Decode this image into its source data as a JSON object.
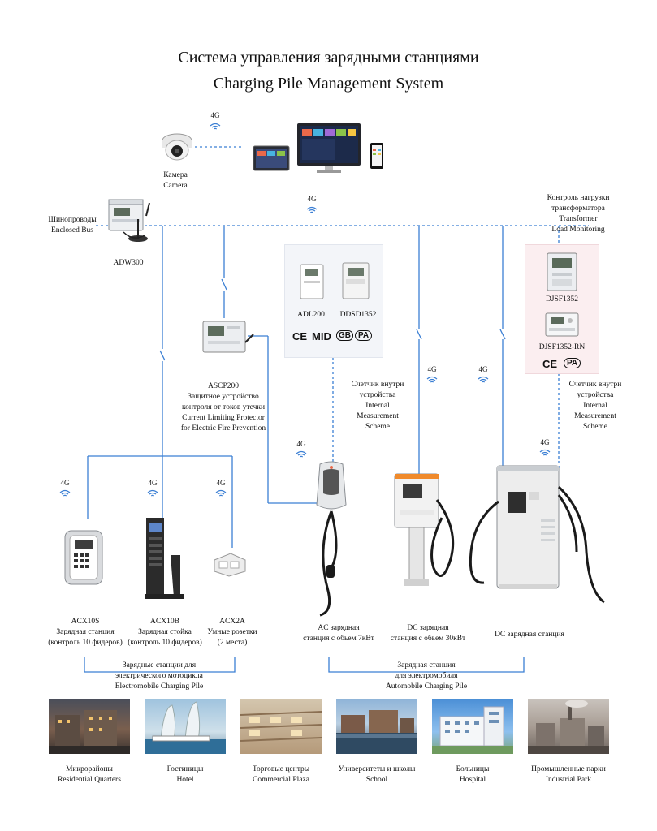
{
  "title": {
    "ru": "Система управления зарядными станциями",
    "en": "Charging Pile Management System"
  },
  "network_label": "4G",
  "top": {
    "camera": {
      "ru": "Камера",
      "en": "Camera"
    },
    "bus": {
      "ru": "Шинопроводы",
      "en": "Enclosed Bus"
    },
    "adw": "ADW300",
    "transformer": {
      "line1": "Контроль нагрузки",
      "line2": "трансформатора",
      "line3": "Transformer",
      "line4": "Load Monitoring"
    }
  },
  "meters": {
    "adl": "ADL200",
    "ddsd": "DDSD1352",
    "certs": [
      "CE",
      "MID",
      "GB",
      "PA"
    ]
  },
  "djsf": {
    "a": "DJSF1352",
    "b": "DJSF1352-RN",
    "certs": [
      "CE",
      "PA"
    ]
  },
  "ascp": {
    "model": "ASCP200",
    "ru1": "Защитное устройство",
    "ru2": "контроля от токов утечки",
    "en1": "Current Limiting Protector",
    "en2": "for Electric Fire Prevention"
  },
  "internal1": {
    "l1": "Счетчик внутри",
    "l2": "устройства",
    "l3": "Internal",
    "l4": "Measurement",
    "l5": "Scheme"
  },
  "internal2": {
    "l1": "Счетчик внутри",
    "l2": "устройства",
    "l3": "Internal",
    "l4": "Measurement",
    "l5": "Scheme"
  },
  "devices": [
    {
      "model": "ACX10S",
      "ru1": "Зарядная станция",
      "ru2": "(контроль 10 фидеров)"
    },
    {
      "model": "ACX10B",
      "ru1": "Зарядная стойка",
      "ru2": "(контроль 10 фидеров)"
    },
    {
      "model": "ACX2A",
      "ru1": "Умные розетки",
      "ru2": "(2 места)"
    },
    {
      "model": "",
      "ru1": "AC зарядная",
      "ru2": "станция с обьем 7кВт"
    },
    {
      "model": "",
      "ru1": "DC зарядная",
      "ru2": "станция с обьем 30кВт"
    },
    {
      "model": "",
      "ru1": "DC зарядная станция",
      "ru2": ""
    }
  ],
  "groups": {
    "moto": {
      "ru1": "Зарядные станции для",
      "ru2": "электрического мотоцикла",
      "en": "Electromobile Charging Pile"
    },
    "auto": {
      "ru1": "Зарядная станция",
      "ru2": "для электромобиля",
      "en": "Automobile Charging Pile"
    }
  },
  "places": [
    {
      "ru": "Микрорайоны",
      "en": "Residential Quarters"
    },
    {
      "ru": "Гостиницы",
      "en": "Hotel"
    },
    {
      "ru": "Торговые центры",
      "en": "Commercial Plaza"
    },
    {
      "ru": "Университеты и школы",
      "en": "School"
    },
    {
      "ru": "Больницы",
      "en": "Hospital"
    },
    {
      "ru": "Промышленные парки",
      "en": "Industrial Park"
    }
  ],
  "colors": {
    "wire": "#3b7fd4",
    "bus": "#3b7fd4"
  }
}
